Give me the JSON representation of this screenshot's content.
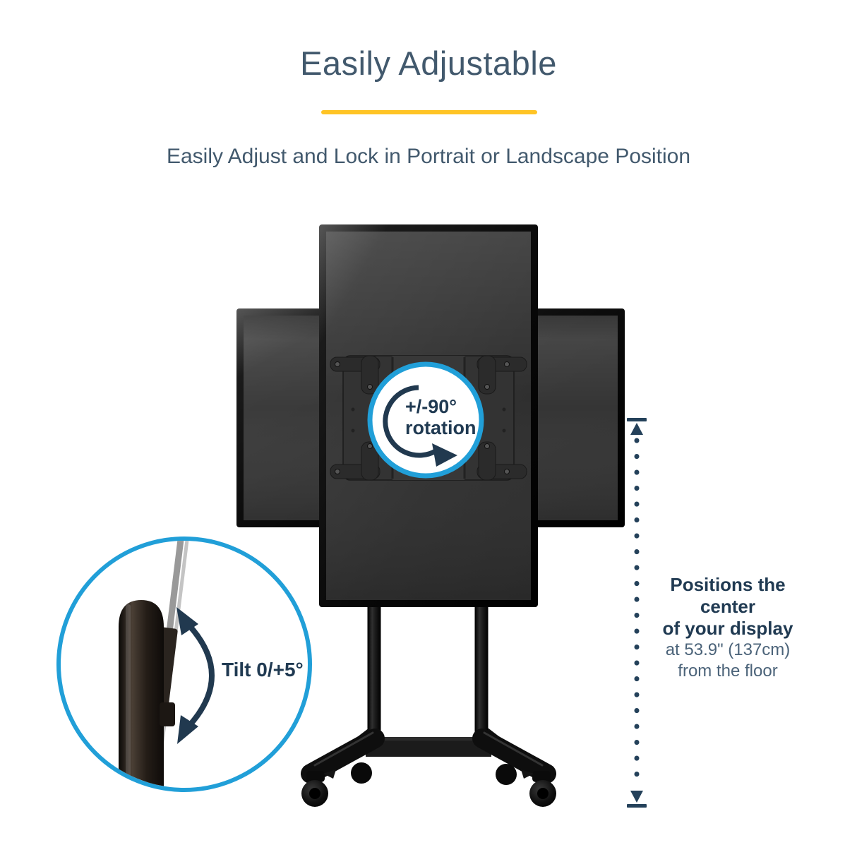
{
  "header": {
    "title": "Easily Adjustable",
    "subtitle": "Easily Adjust and Lock in Portrait or Landscape Position"
  },
  "callouts": {
    "rotation": {
      "line1": "+/-90°",
      "line2": "rotation"
    },
    "tilt": {
      "label": "Tilt 0/+5°"
    }
  },
  "measurement": {
    "line1": "Positions the center",
    "line2": "of your display",
    "line3": "at 53.9\" (137cm)",
    "line4": "from the floor"
  },
  "icons": {
    "rotation_arrow": "counterclockwise-arc-arrow",
    "tilt_arrow": "curved-double-headed-arrow",
    "measure_top": "arrow-up-with-bar",
    "measure_bottom": "arrow-down-with-bar"
  },
  "colors": {
    "accent_yellow": "#ffc425",
    "accent_blue": "#219fd8",
    "navy_text": "#203a52",
    "steel_text": "#42596d",
    "screen_gray": "#9e9e9e"
  }
}
